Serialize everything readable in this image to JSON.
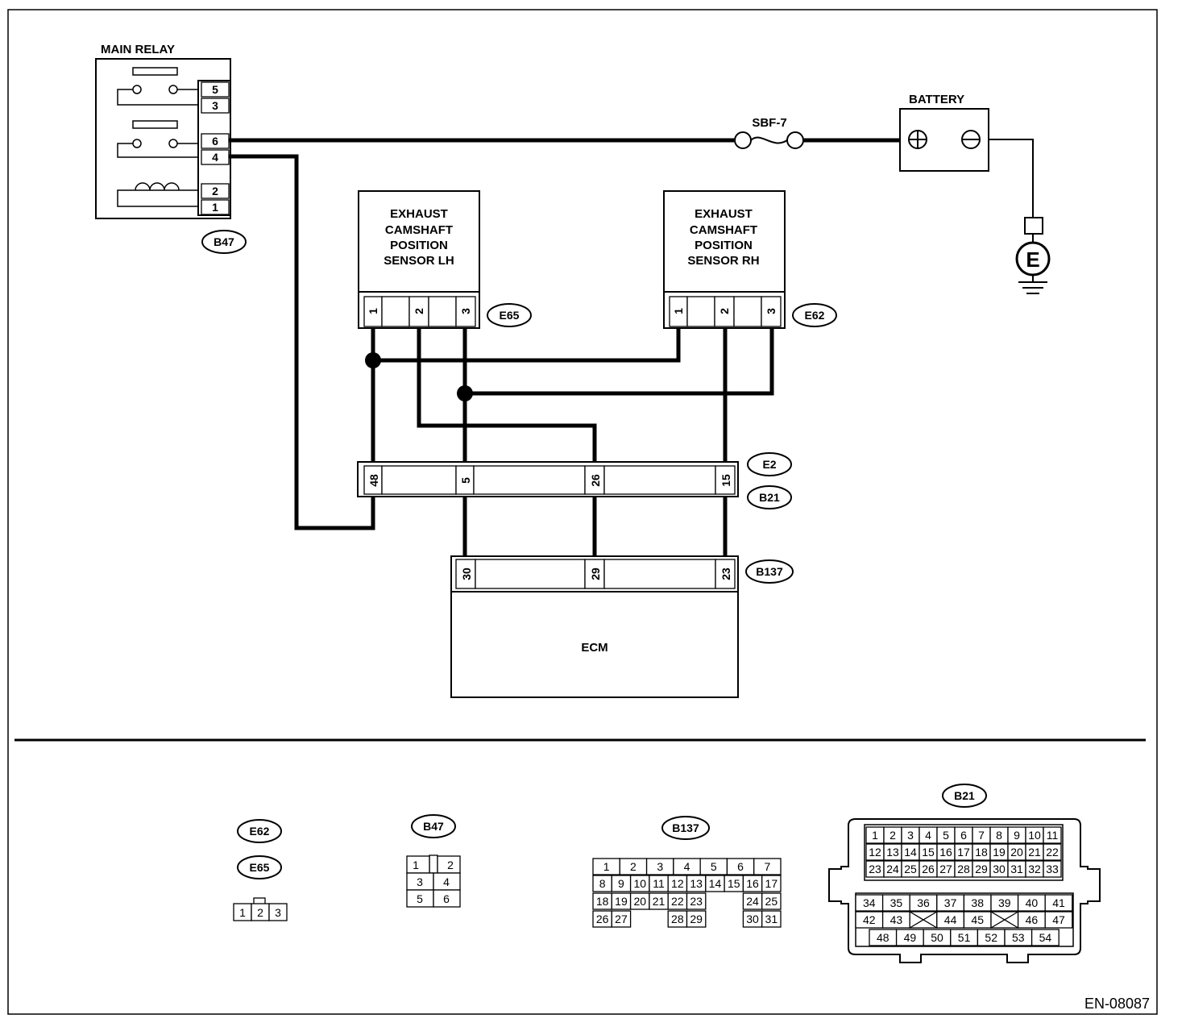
{
  "components": {
    "main_relay": "MAIN RELAY",
    "battery": "BATTERY",
    "fuse": "SBF-7",
    "sensor_lh": [
      "EXHAUST",
      "CAMSHAFT",
      "POSITION",
      "SENSOR LH"
    ],
    "sensor_rh": [
      "EXHAUST",
      "CAMSHAFT",
      "POSITION",
      "SENSOR RH"
    ],
    "ecm": "ECM",
    "ground": "E"
  },
  "connectors": {
    "b47": "B47",
    "e65": "E65",
    "e62": "E62",
    "e2": "E2",
    "b21": "B21",
    "b137": "B137"
  },
  "relay_pins": [
    "5",
    "3",
    "6",
    "4",
    "2",
    "1"
  ],
  "sensor_pins": [
    "1",
    "2",
    "3"
  ],
  "joint_pins": [
    "48",
    "5",
    "26",
    "15"
  ],
  "ecm_pins": [
    "30",
    "29",
    "23"
  ],
  "views": {
    "e62": "E62",
    "e65": "E65",
    "b47": "B47",
    "b137": "B137",
    "b21": "B21",
    "e_pins": [
      "1",
      "2",
      "3"
    ],
    "b47_pins": [
      [
        "1",
        "2"
      ],
      [
        "3",
        "4"
      ],
      [
        "5",
        "6"
      ]
    ],
    "b137_rows": [
      [
        "1",
        "2",
        "3",
        "4",
        "5",
        "6",
        "7"
      ],
      [
        "8",
        "9",
        "10",
        "11",
        "12",
        "13",
        "14",
        "15",
        "16",
        "17"
      ],
      [
        "18",
        "19",
        "20",
        "21",
        "22",
        "23",
        "24",
        "25"
      ],
      [
        "26",
        "27",
        "28",
        "29",
        "30",
        "31"
      ]
    ],
    "b21_rows": [
      [
        "1",
        "2",
        "3",
        "4",
        "5",
        "6",
        "7",
        "8",
        "9",
        "10",
        "11"
      ],
      [
        "12",
        "13",
        "14",
        "15",
        "16",
        "17",
        "18",
        "19",
        "20",
        "21",
        "22"
      ],
      [
        "23",
        "24",
        "25",
        "26",
        "27",
        "28",
        "29",
        "30",
        "31",
        "32",
        "33"
      ],
      [
        "34",
        "35",
        "36",
        "37",
        "38",
        "39",
        "40",
        "41"
      ],
      [
        "42",
        "43",
        "44",
        "45",
        "46",
        "47"
      ],
      [
        "48",
        "49",
        "50",
        "51",
        "52",
        "53",
        "54"
      ]
    ]
  },
  "figure_code": "EN-08087"
}
